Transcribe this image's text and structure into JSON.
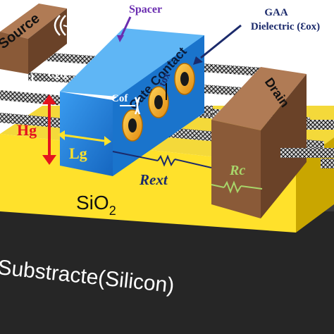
{
  "labels": {
    "source": "Source",
    "spacer": "Spacer",
    "gaa": "GAA",
    "dielectric": "Dielectric (Ɛox)",
    "cgtc": "Cgtc",
    "cgtg": "Cgtg",
    "gate_contact": "Gate Contact",
    "tox": "tox",
    "cof": "Cof",
    "drain": "Drain",
    "hg": "Hg",
    "lg": "Lg",
    "rext": "Rext",
    "rc": "Rc",
    "sio2": "SiO",
    "sio2_sub": "2",
    "substrate": "Substracte(Silicon)"
  },
  "colors": {
    "substrate_front": "#2c2c2c",
    "substrate_top": "#3a3a3a",
    "sio2_front": "#ffe22a",
    "sio2_top": "#f6dc3a",
    "sio2_side": "#c9a800",
    "gate_front": "#1e7fd8",
    "gate_top": "#5fb6f5",
    "gate_side": "#0d5aa6",
    "contact_front": "#8a5a38",
    "contact_top": "#b07b55",
    "contact_side": "#6a4228",
    "nanotube": "#1a1a1a",
    "dielectric_ring": "#f2a91b",
    "label_red": "#e4141e",
    "label_navy": "#1b2a6b",
    "label_purple": "#6a2db0",
    "label_green": "#a8d66a"
  }
}
